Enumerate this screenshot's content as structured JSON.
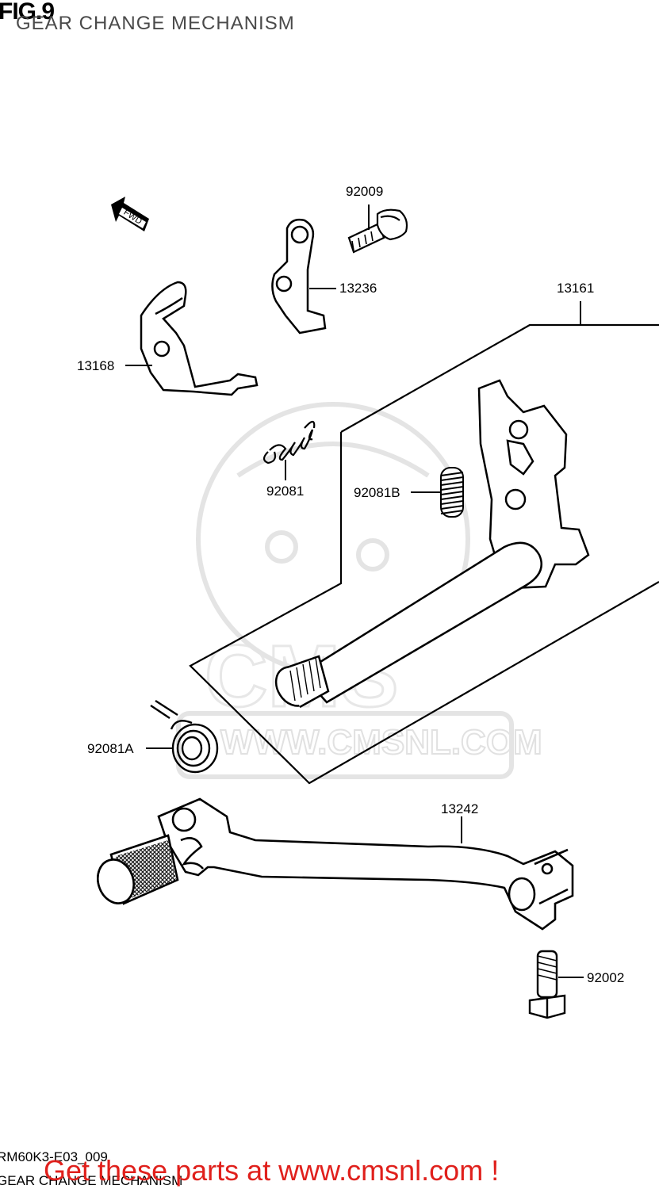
{
  "header": {
    "fig_title": "FIG.9",
    "subtitle": "GEAR CHANGE MECHANISM"
  },
  "direction_marker": {
    "text": "FWD",
    "icon": "forward-arrow-icon"
  },
  "parts": {
    "p92009": "92009",
    "p13236": "13236",
    "p13161": "13161",
    "p13168": "13168",
    "p92081": "92081",
    "p92081B": "92081B",
    "p92081A": "92081A",
    "p13242": "13242",
    "p92002": "92002"
  },
  "watermark": {
    "brand": "CMS",
    "url": "WWW.CMSNL.COM"
  },
  "footer": {
    "code": "RM60K3-E03_009",
    "subtitle": "GEAR CHANGE MECHANISM",
    "promo": "Get these parts at www.cmsnl.com !"
  },
  "colors": {
    "line": "#000000",
    "watermark": "#dcdcdc",
    "promo": "#e0201c"
  }
}
